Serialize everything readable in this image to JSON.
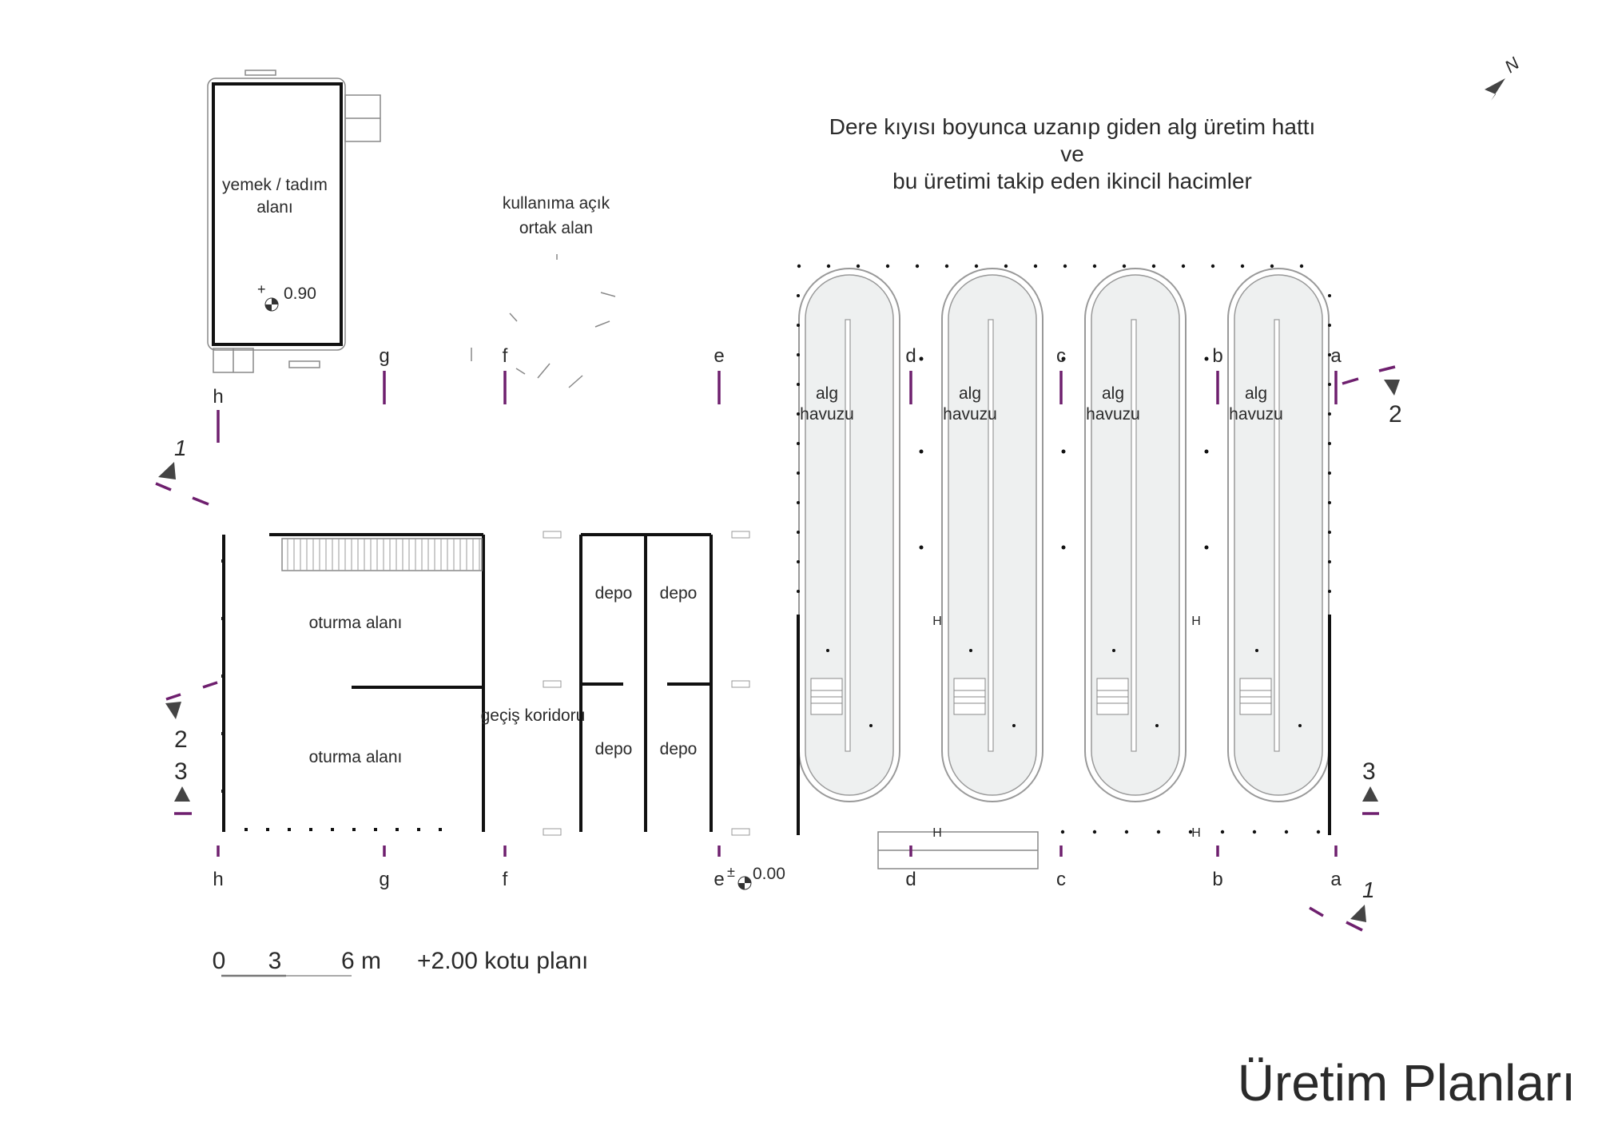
{
  "header": {
    "description_lines": [
      "Dere kıyısı boyunca uzanıp giden alg üretim hattı",
      "ve",
      "bu üretimi takip eden ikincil hacimler"
    ]
  },
  "page_title": "Üretim Planları",
  "north_label": "N",
  "rooms": {
    "dining": [
      "yemek / tadım",
      "alanı"
    ],
    "dining_level": "0.90",
    "open_area": [
      "kullanıma açık",
      "ortak alan"
    ],
    "seating_1": "oturma alanı",
    "seating_2": "oturma alanı",
    "corridor": "geçiş koridoru",
    "storage": [
      "depo",
      "depo",
      "depo",
      "depo"
    ],
    "pool": [
      "alg",
      "havuzu"
    ],
    "ground_level": "0.00",
    "ground_level_sign": "±",
    "dining_level_sign": "+"
  },
  "axes": [
    "h",
    "g",
    "f",
    "e",
    "d",
    "c",
    "b",
    "a"
  ],
  "sections": {
    "s1_left": "1",
    "s2_left": "2",
    "s3_left": "3",
    "s2_right": "2",
    "s3_right": "3",
    "s1_right": "1"
  },
  "scale_bar": {
    "ticks": [
      "0",
      "3",
      "6 m"
    ],
    "plan_label": "+2.00 kotu planı"
  },
  "colors": {
    "section_line": "#6e1f6e",
    "pool_fill": "#eef0f0",
    "wall": "#111111"
  }
}
